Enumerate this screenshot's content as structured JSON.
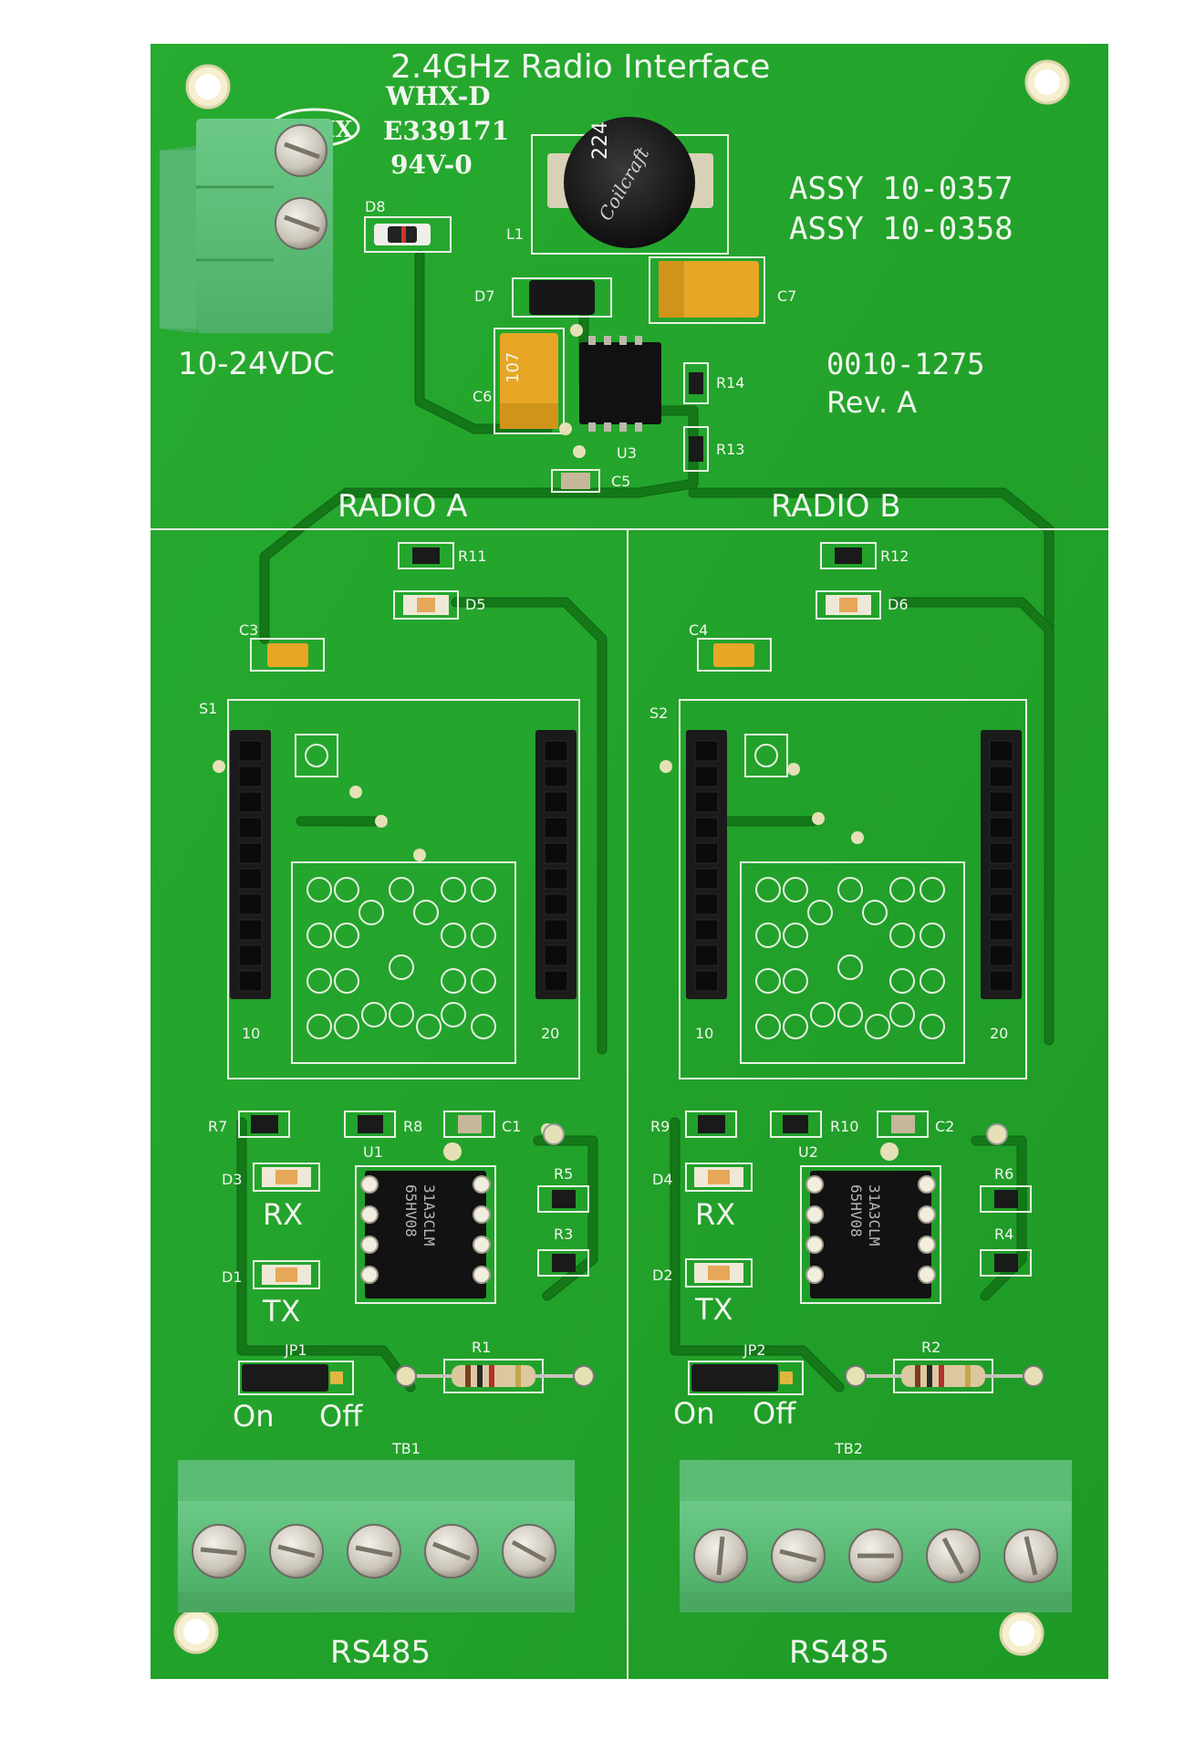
{
  "board": {
    "title": "2.4GHz Radio Interface",
    "maker_mark": "WHX-D",
    "ul_number": "E339171",
    "flammability": "94V-0",
    "logo_text": "WHX",
    "assy_1": "ASSY 10-0357",
    "assy_2": "ASSY 10-0358",
    "part_number": "0010-1275",
    "revision": "Rev. A",
    "power_label": "10-24VDC",
    "inductor_code": "224",
    "inductor_brand": "Coilcraft"
  },
  "top_parts": {
    "d8": "D8",
    "l1": "L1",
    "d7": "D7",
    "c7": "C7",
    "c6": "C6",
    "u3": "U3",
    "c5": "C5",
    "r14": "R14",
    "r13": "R13",
    "cap_mark": "107"
  },
  "radio_a": {
    "title": "RADIO A",
    "socket": "S1",
    "pin_low": "10",
    "pin_high": "20",
    "r_led": "R11",
    "led": "D5",
    "cap": "C3",
    "r_left": "R7",
    "r_mid": "R8",
    "cap2": "C1",
    "ic": "U1",
    "r_top": "R5",
    "r_bot": "R3",
    "rx_led": "D3",
    "tx_led": "D1",
    "rx_label": "RX",
    "tx_label": "TX",
    "jumper": "JP1",
    "resistor": "R1",
    "on_label": "On",
    "off_label": "Off",
    "terminal": "TB1",
    "bus_label": "RS485",
    "ic_marking_1": "31A3CLM",
    "ic_marking_2": "65HV08"
  },
  "radio_b": {
    "title": "RADIO B",
    "socket": "S2",
    "pin_low": "10",
    "pin_high": "20",
    "r_led": "R12",
    "led": "D6",
    "cap": "C4",
    "r_left": "R9",
    "r_mid": "R10",
    "cap2": "C2",
    "ic": "U2",
    "r_top": "R6",
    "r_bot": "R4",
    "rx_led": "D4",
    "tx_led": "D2",
    "rx_label": "RX",
    "tx_label": "TX",
    "jumper": "JP2",
    "resistor": "R2",
    "on_label": "On",
    "off_label": "Off",
    "terminal": "TB2",
    "bus_label": "RS485",
    "ic_marking_1": "31A3CLM",
    "ic_marking_2": "65HV08"
  },
  "colors": {
    "pcb": "#22a32a",
    "silkscreen": "#f1f6ee",
    "terminal": "#5fc07a",
    "tantalum": "#e8a92a",
    "header": "#1c1c1c"
  }
}
